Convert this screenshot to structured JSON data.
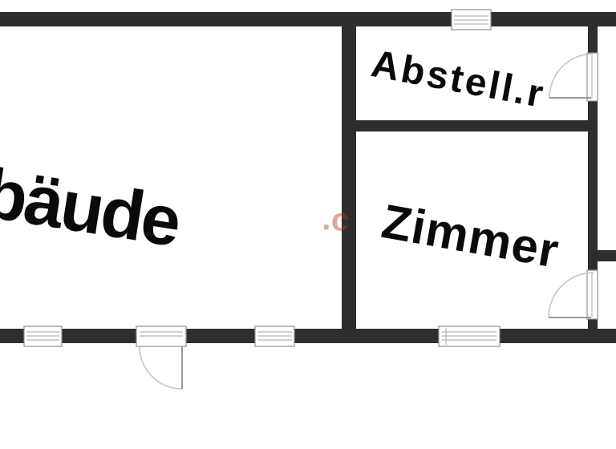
{
  "theme": {
    "background": "#ffffff",
    "wall_color": "#2e2e2e",
    "window_frame_color": "#8f8f8f",
    "window_line_color": "#b4b4b4",
    "door_arc_color": "#c2c2c2",
    "door_leaf_color": "#9a9a9a",
    "label_color": "#0a0a0a",
    "watermark_color": "rgba(178,62,34,0.45)"
  },
  "floorplan": {
    "labels": {
      "main_room": "bäude",
      "storage_room": "Abstell.r",
      "zimmer_room": "Zimmer"
    },
    "watermark_text": ".c"
  }
}
